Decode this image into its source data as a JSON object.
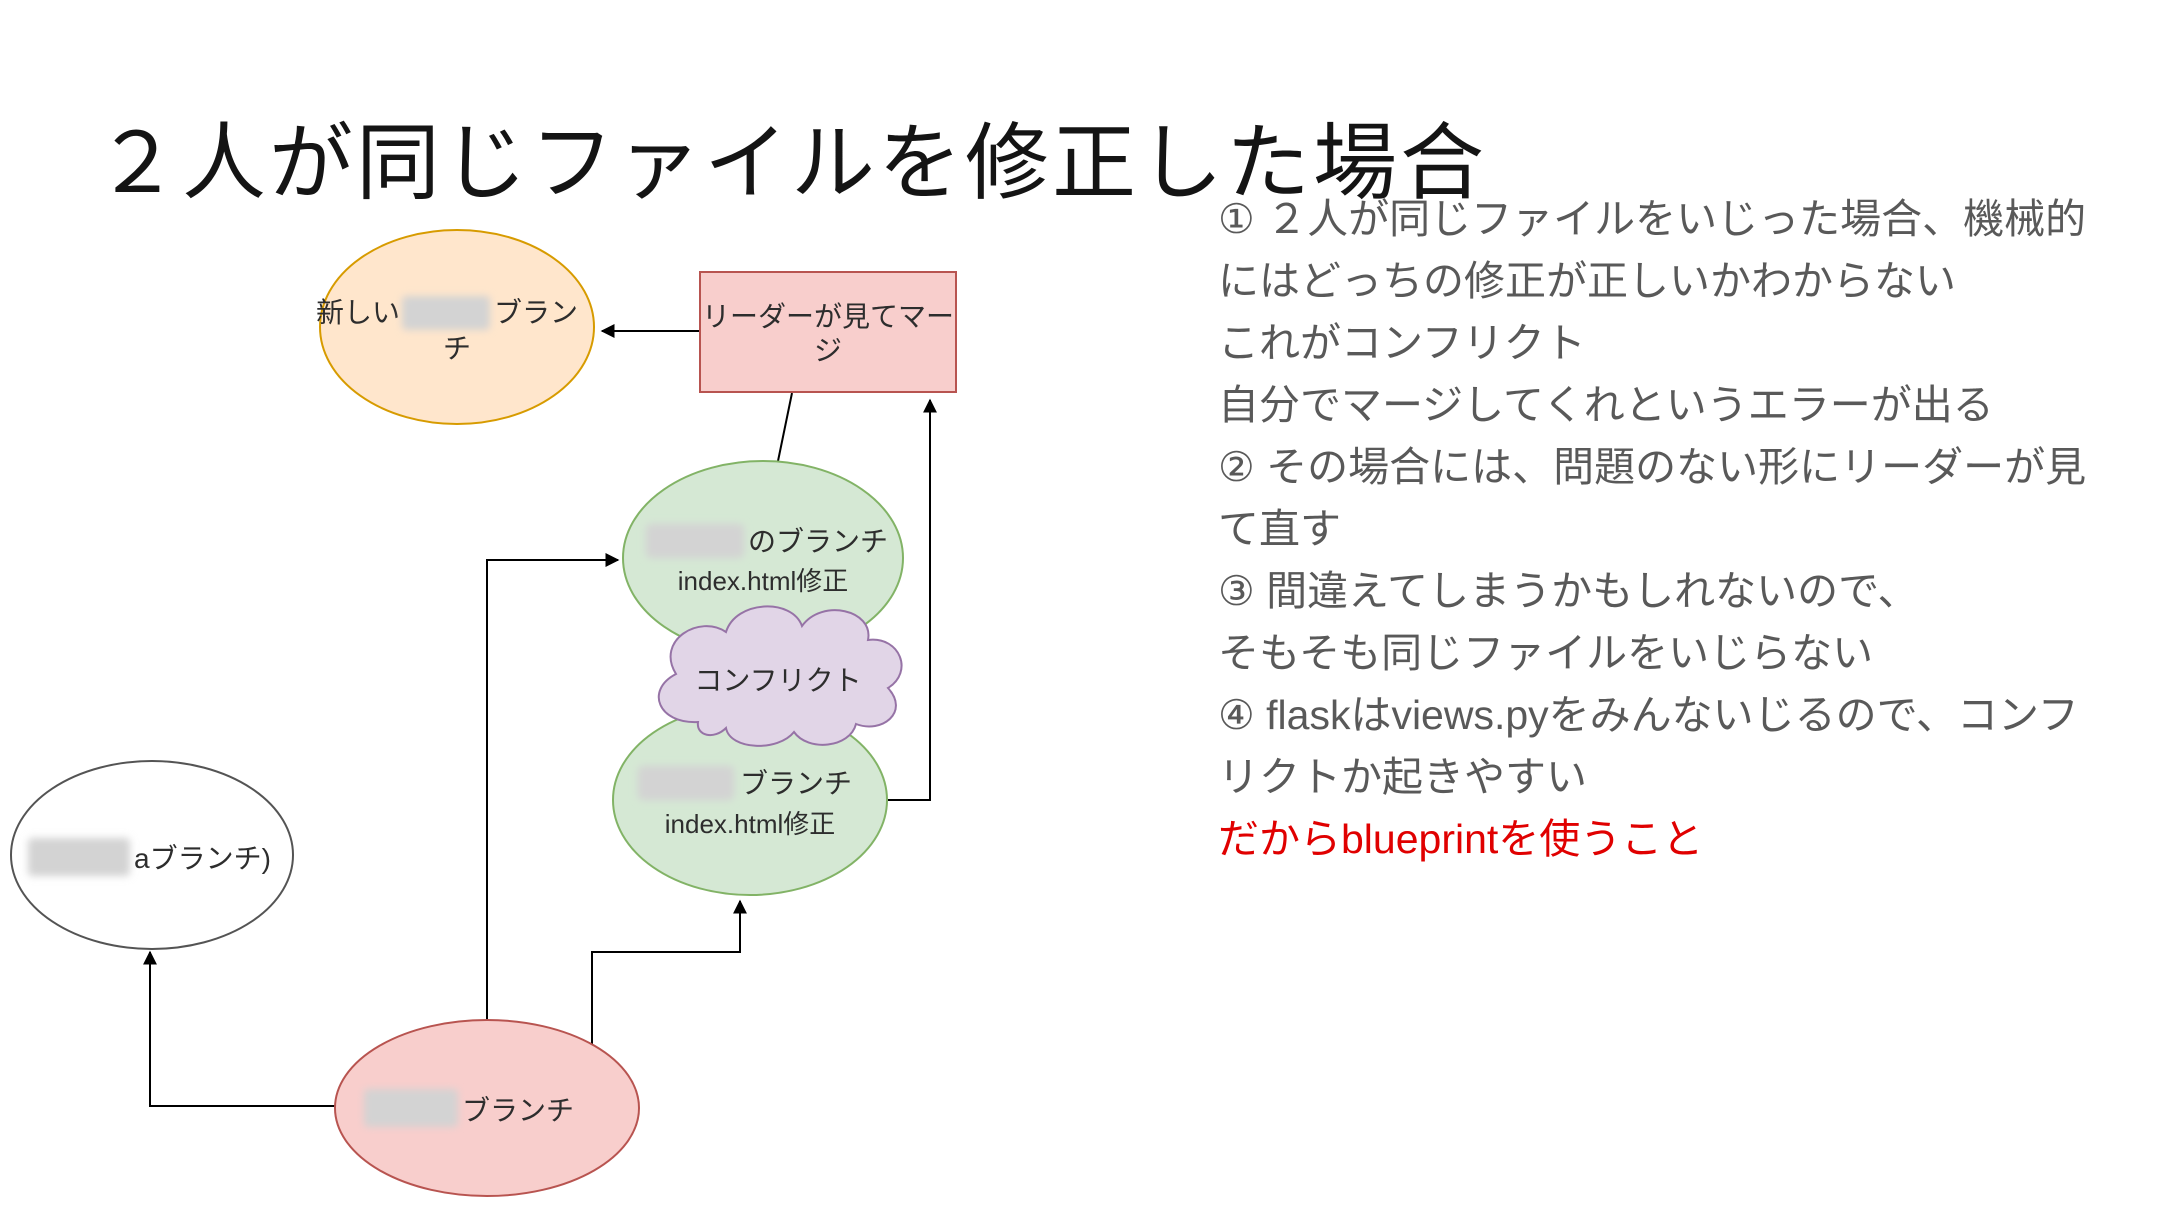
{
  "title": "２人が同じファイルを修正した場合",
  "diagram": {
    "new_branch": {
      "prefix": "新しい",
      "suffix": "ブラン",
      "line2": "チ"
    },
    "leader_merge": {
      "line1": "リーダーが見てマー",
      "line2": "ジ"
    },
    "branch_top": {
      "suffix": "のブランチ",
      "line2": "index.html修正"
    },
    "conflict": {
      "label": "コンフリクト"
    },
    "branch_bottom": {
      "suffix": "ブランチ",
      "line2": "index.html修正"
    },
    "master": {
      "suffix": "aブランチ)"
    },
    "origin": {
      "suffix": "ブランチ"
    }
  },
  "notes": {
    "lines": [
      {
        "text": "① ２人が同じファイルをいじった場合、機械的",
        "red": false
      },
      {
        "text": "にはどっちの修正が正しいかわからない",
        "red": false
      },
      {
        "text": "これがコンフリクト",
        "red": false
      },
      {
        "text": "自分でマージしてくれというエラーが出る",
        "red": false
      },
      {
        "text": "② その場合には、問題のない形にリーダーが見",
        "red": false
      },
      {
        "text": "て直す",
        "red": false
      },
      {
        "text": "③ 間違えてしまうかもしれないので、",
        "red": false
      },
      {
        "text": "そもそも同じファイルをいじらない",
        "red": false
      },
      {
        "text": "④ flaskはviews.pyをみんないじるので、コンフ",
        "red": false
      },
      {
        "text": "リクトか起きやすい",
        "red": false
      },
      {
        "text": "だからblueprintを使うこと",
        "red": true
      }
    ]
  },
  "colors": {
    "note_red": "#e00000",
    "orange_fill": "#ffe6cc",
    "orange_stroke": "#d79b00",
    "green_fill": "#d5e8d4",
    "green_stroke": "#82b366",
    "pink_fill": "#f8cecc",
    "pink_stroke": "#b85450",
    "purple_fill": "#e1d5e7",
    "purple_stroke": "#9673a6",
    "master_fill": "#ffffff",
    "master_stroke": "#545454"
  }
}
